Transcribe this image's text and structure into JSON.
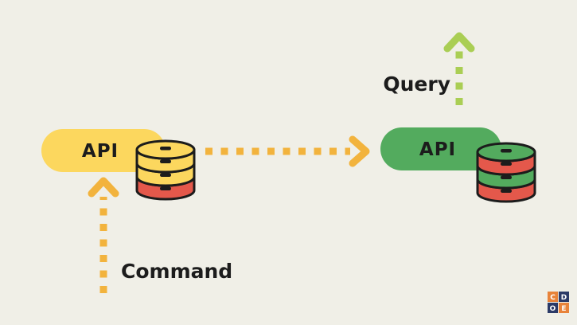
{
  "canvas": {
    "bg": "#f0efe7"
  },
  "left_service": {
    "label": "API",
    "box_color": "#fcd75e"
  },
  "right_service": {
    "label": "API",
    "box_color": "#53ab5e"
  },
  "arrows": {
    "sync": {
      "color": "#f2b33d"
    },
    "command": {
      "label": "Command",
      "color": "#f2b33d"
    },
    "query": {
      "label": "Query",
      "color": "#aace54"
    }
  },
  "db_left": {
    "top": "#fcd75e",
    "bands": [
      "#fcd75e",
      "#fcd75e",
      "#e4584b"
    ]
  },
  "db_right": {
    "top": "#53ab5e",
    "bands": [
      "#e4584b",
      "#53ab5e",
      "#e4584b"
    ]
  },
  "logo": {
    "letters": [
      "C",
      "D",
      "O",
      "E"
    ],
    "colors": [
      "#e8833a",
      "#2b3a67",
      "#2b3a67",
      "#e8833a"
    ]
  }
}
